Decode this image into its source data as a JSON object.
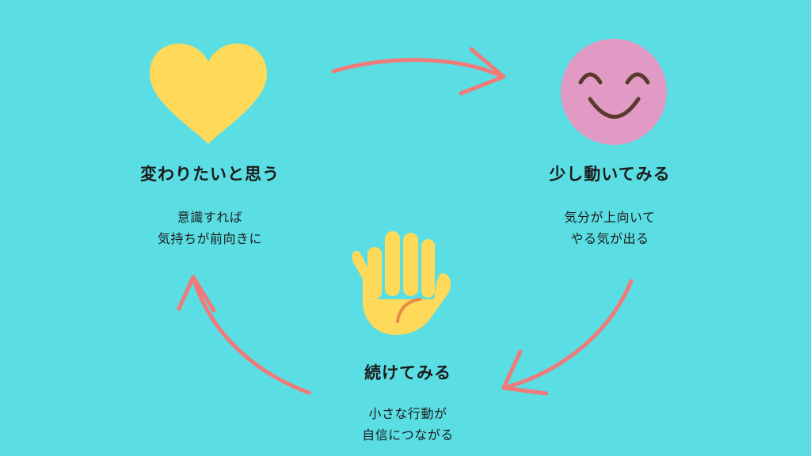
{
  "nodes": {
    "left": {
      "title": "変わりたいと思う",
      "desc_line1": "意識すれば",
      "desc_line2": "気持ちが前向きに"
    },
    "right": {
      "title": "少し動いてみる",
      "desc_line1": "気分が上向いて",
      "desc_line2": "やる気が出る"
    },
    "bottom": {
      "title": "続けてみる",
      "desc_line1": "小さな行動が",
      "desc_line2": "自信につながる"
    }
  },
  "icons": {
    "left": "heart-icon",
    "right": "smiling-face-icon",
    "bottom": "raised-hand-icon"
  },
  "colors": {
    "background": "#5ADEE3",
    "arrow": "#F07A7A",
    "heart": "#FFD95A",
    "face": "#E19AC3",
    "hand": "#FFD95A"
  }
}
